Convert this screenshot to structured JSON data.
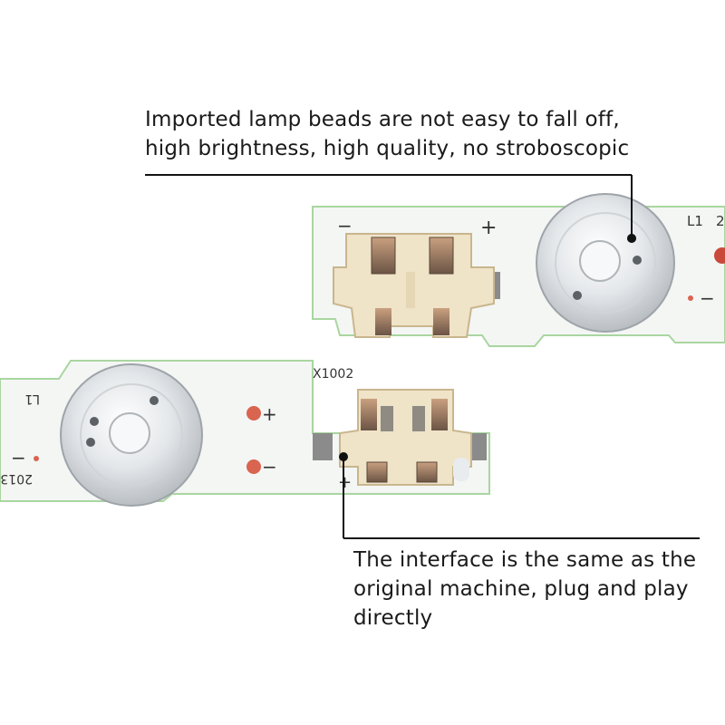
{
  "captions": {
    "top": {
      "line1": "Imported lamp beads are not easy to fall off,",
      "line2": "high brightness, high quality, no stroboscopic"
    },
    "bottom": {
      "line1": "The interface is the same as the",
      "line2": "original machine, plug and play",
      "line3": "directly"
    }
  },
  "board_upper": {
    "left_polarity": "−",
    "right_polarity": "+",
    "led_label": "L1",
    "board_code": "2",
    "pad_polarity": "−"
  },
  "board_lower": {
    "model_code": "X1002",
    "led_label": "L1",
    "pad_plus": "+",
    "pad_minus": "−",
    "left_polarity": "−",
    "connector_polarity": "+",
    "date_code": "2013"
  },
  "colors": {
    "background": "#ffffff",
    "pcb": "#f4f6f4",
    "pcb_edge": "#a9d6a0",
    "connector": "#efe3c8",
    "pad": "#d9644f",
    "leader_line": "#111111"
  }
}
